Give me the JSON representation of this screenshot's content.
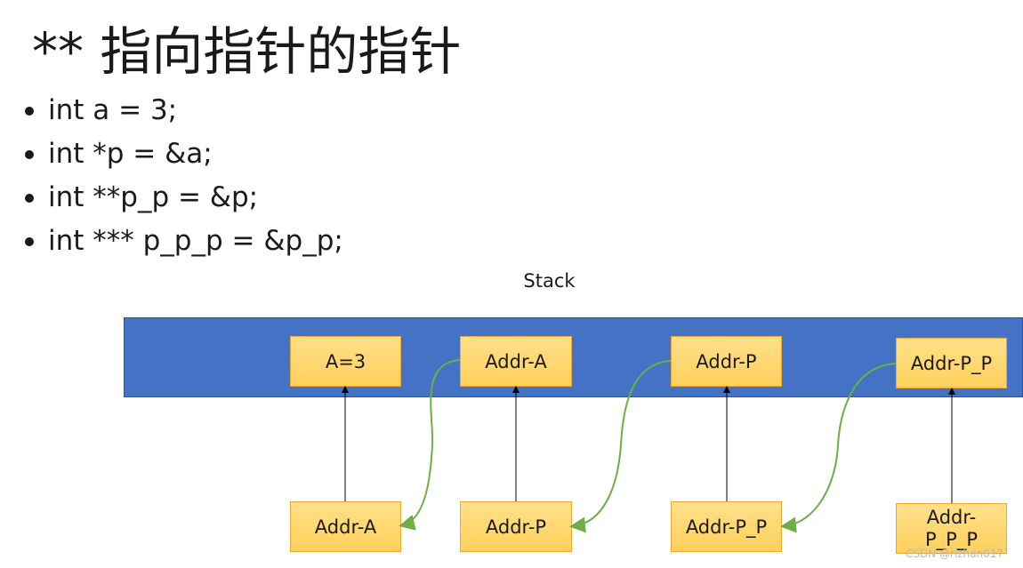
{
  "title": "** 指向指针的指针",
  "bullets": [
    "int a = 3;",
    "int *p = &a;",
    "int **p_p = &p;",
    "int *** p_p_p = &p_p;"
  ],
  "stack_label": "Stack",
  "stack_cells": [
    "A=3",
    "Addr-A",
    "Addr-P",
    "Addr-P_P"
  ],
  "pointer_cells": [
    "Addr-A",
    "Addr-P",
    "Addr-P_P",
    "Addr-P_P_P"
  ],
  "pointer_last_lines": [
    "Addr-",
    "P_P_P"
  ],
  "watermark": "CSDN @rizhan017",
  "colors": {
    "stack_fill": "#4472c4",
    "box_fill": "#ffd966",
    "box_border": "#f0a830",
    "arrow_black": "#000000",
    "arrow_green": "#70ad47"
  }
}
